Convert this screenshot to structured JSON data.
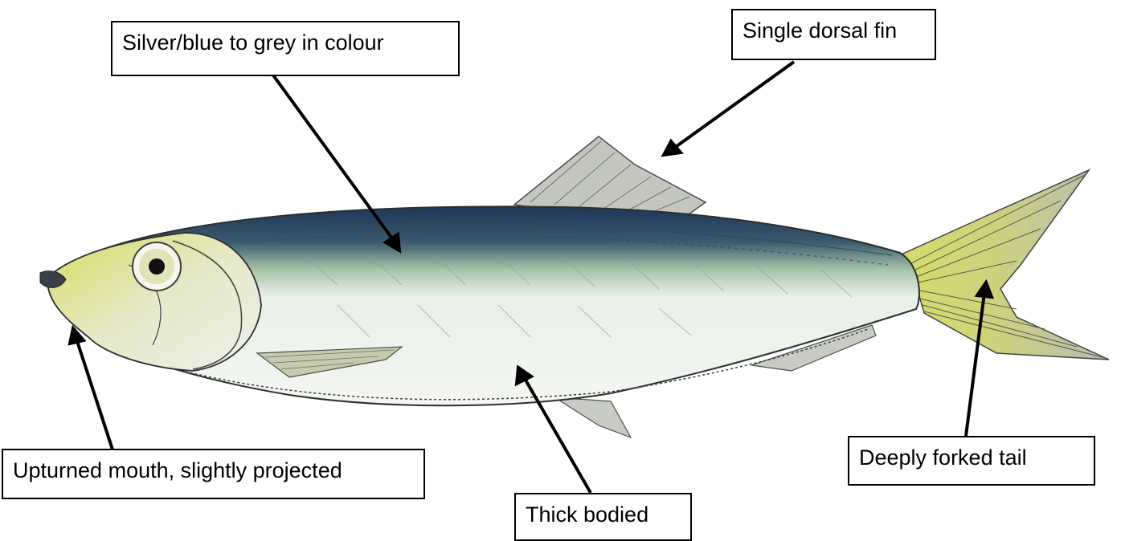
{
  "labels": {
    "colour": "Silver/blue to grey in colour",
    "dorsal_fin": "Single dorsal fin",
    "mouth": "Upturned mouth, slightly projected",
    "body": "Thick bodied",
    "tail": "Deeply forked tail"
  },
  "colors": {
    "back": "#1f3a5c",
    "flank_green": "#a9c7a8",
    "belly": "#f2f5ef",
    "fin_yellow": "#d8dc72",
    "head_yellow": "#d9dc60",
    "fin_grey": "#b9bcb4",
    "outline": "#2b2f30"
  }
}
